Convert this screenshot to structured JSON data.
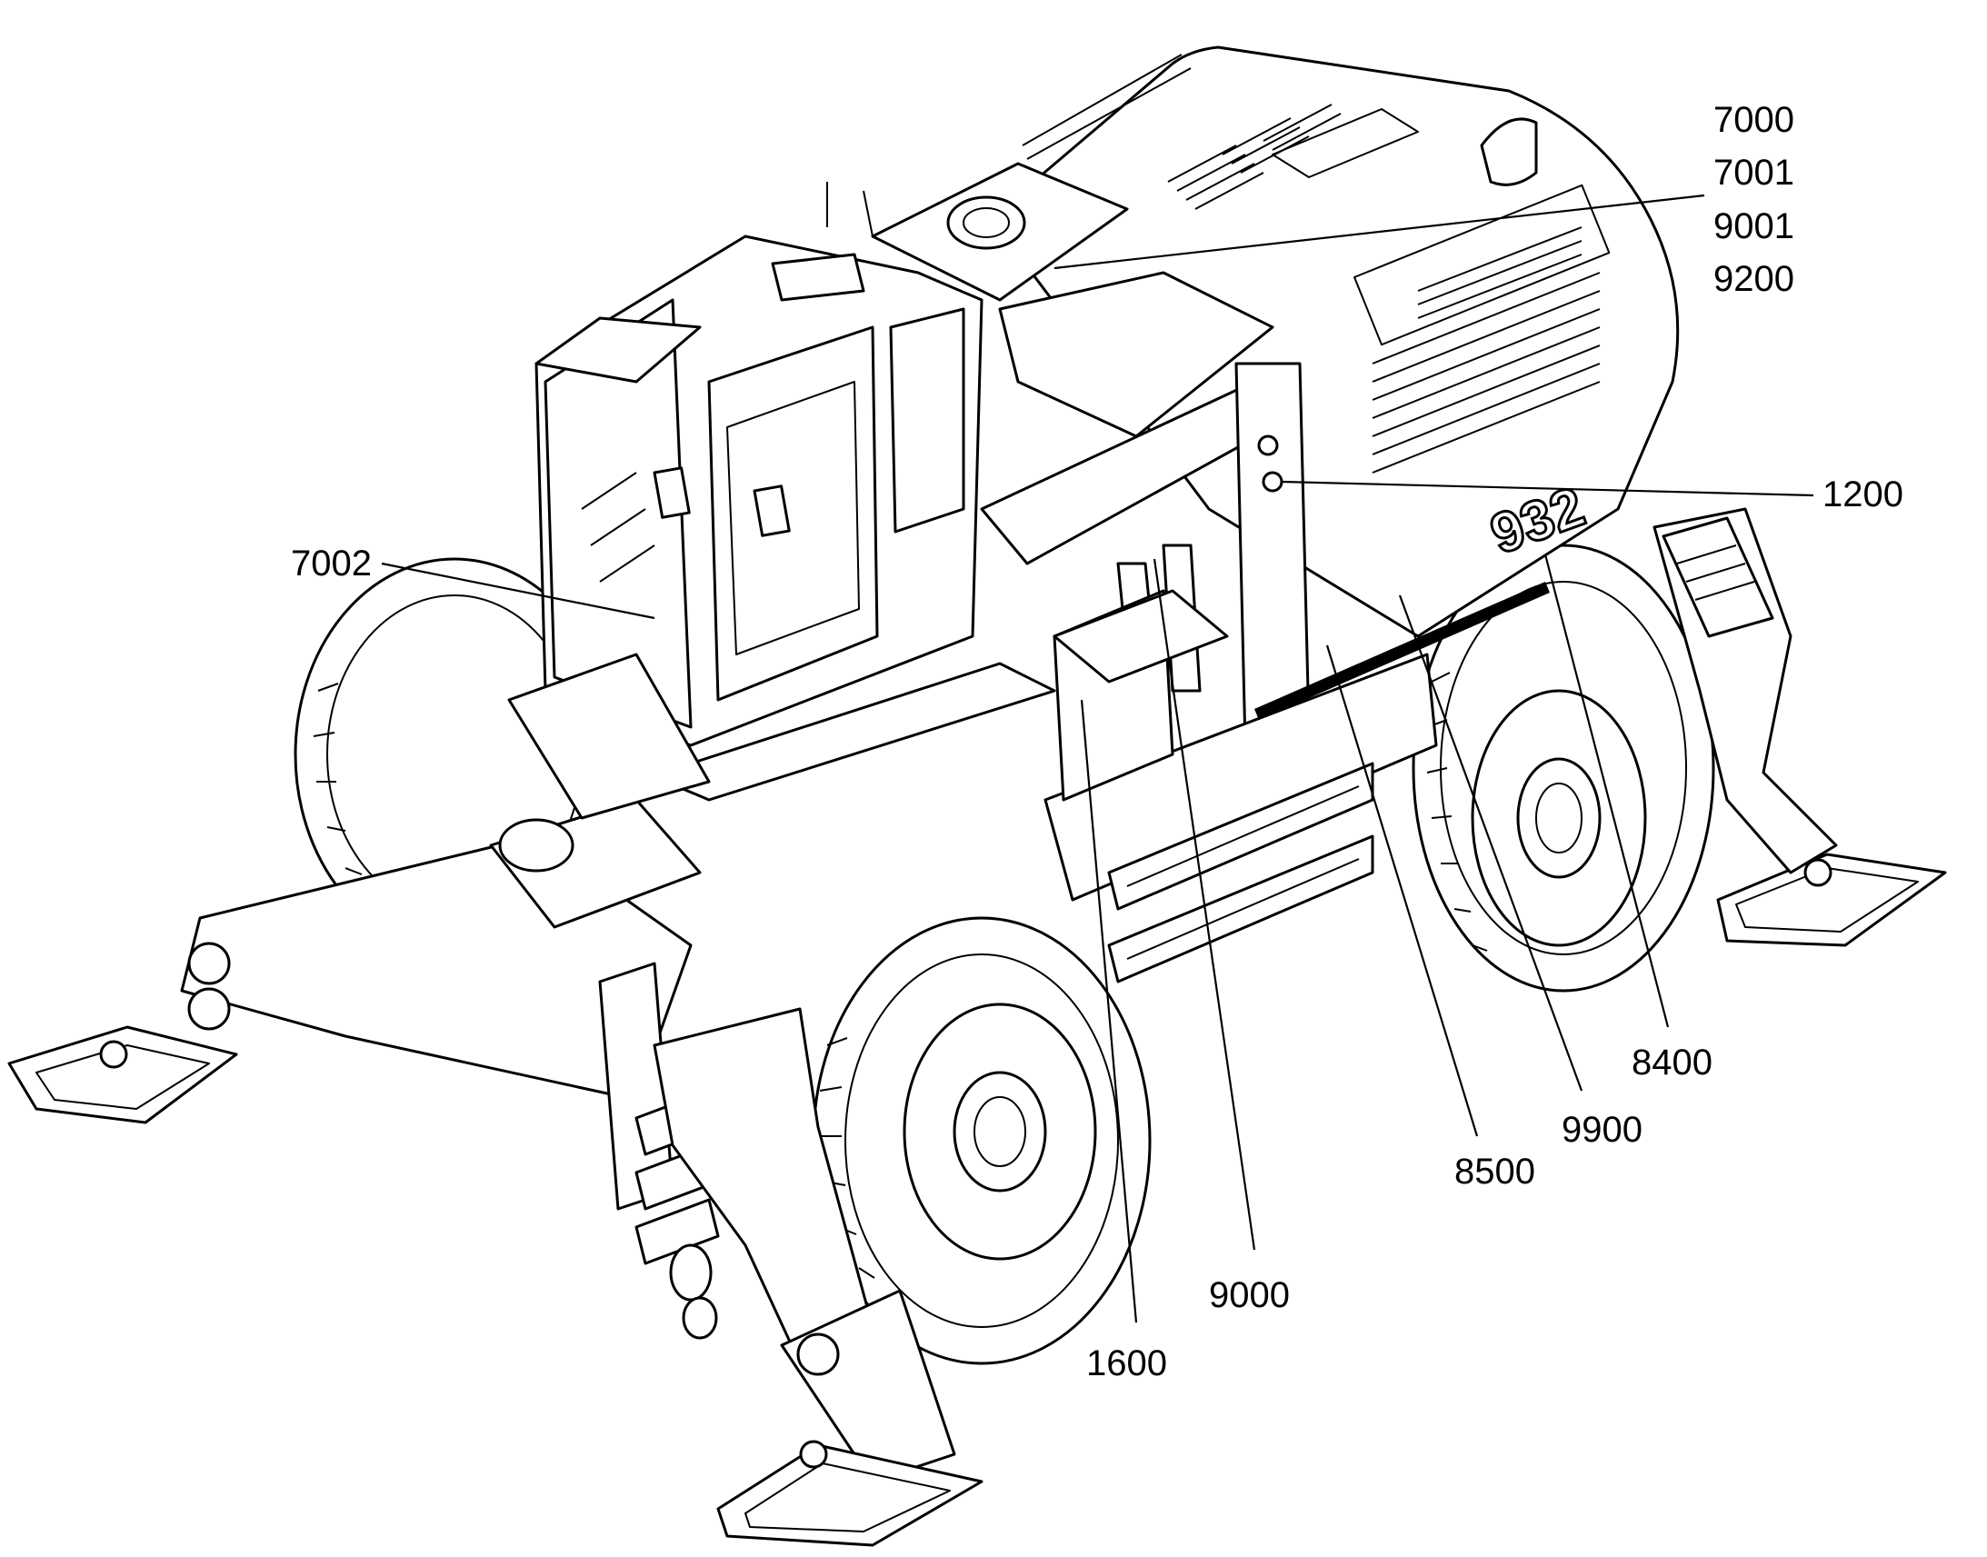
{
  "colors": {
    "ink": "#000000",
    "paper": "#ffffff"
  },
  "callouts": {
    "c7000": "7000",
    "c7001": "7001",
    "c9001": "9001",
    "c9200": "9200",
    "c1200": "1200",
    "c7002": "7002",
    "c8400": "8400",
    "c9900": "9900",
    "c8500": "8500",
    "c9000": "9000",
    "c1600": "1600"
  },
  "model_badge": "932"
}
